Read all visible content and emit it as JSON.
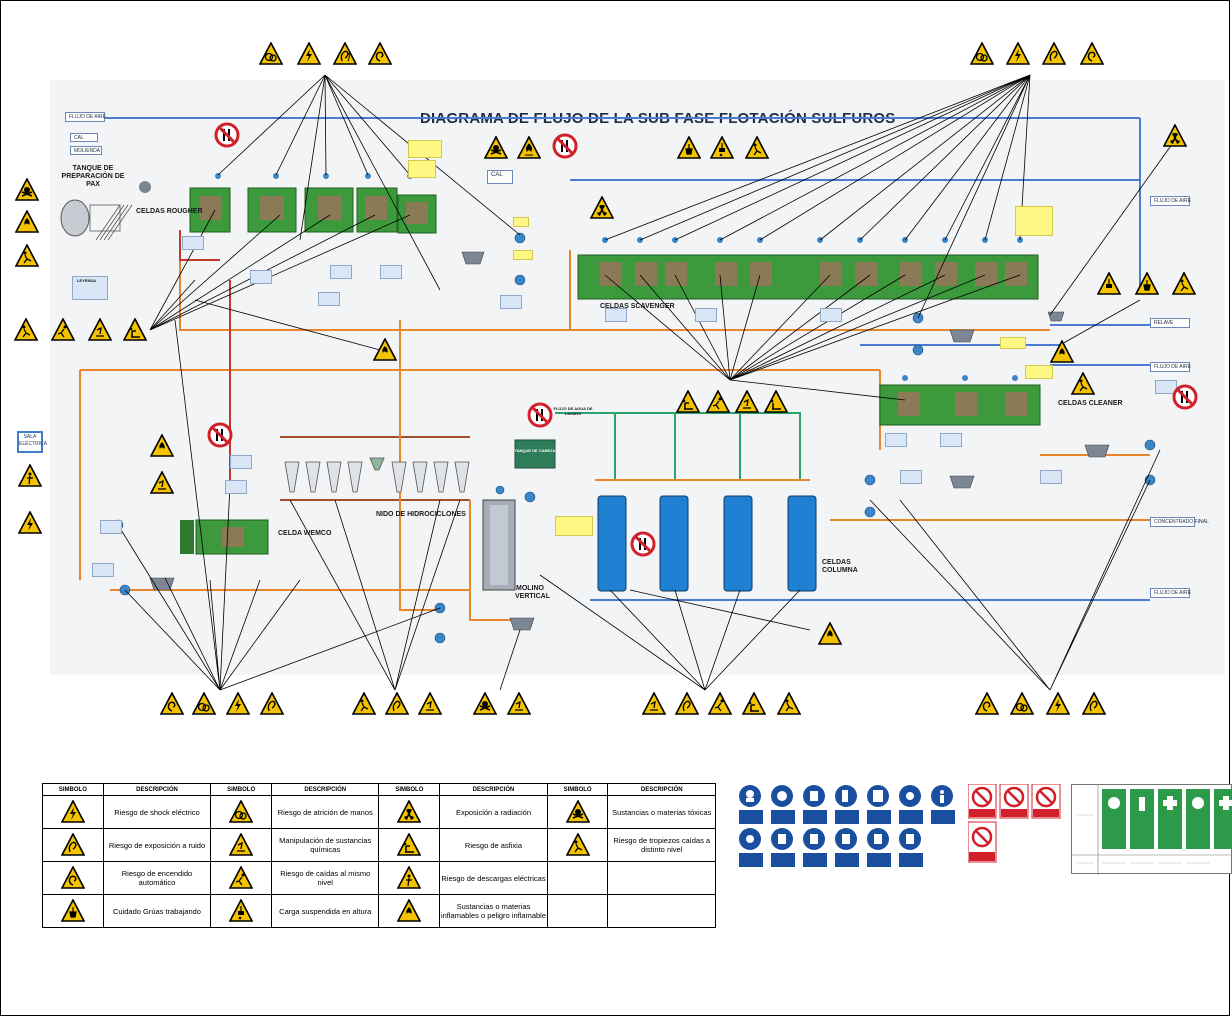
{
  "title": "DIAGRAMA DE FLUJO DE LA SUB FASE FLOTACIÓN SULFUROS",
  "colors": {
    "hazard_yellow": "#f4c300",
    "cell_green": "#3c9a3c",
    "column_blue": "#1f7fd0",
    "pipe_blue": "#4b7bd3",
    "pipe_orange": "#e8862e",
    "pipe_green": "#2aa46a",
    "ppe_blue": "#1a4fa0",
    "prohibition_red": "#d1202a",
    "emergency_green": "#2d9a4a"
  },
  "diagram_labels": {
    "tank_pax": "TANQUE DE PREPARACIÓN DE PAX",
    "celdas_rougher": "CELDAS ROUGHER",
    "celdas_scavenger": "CELDAS SCAVENGER",
    "celdas_cleaner": "CELDAS CLEANER",
    "celda_wemco": "CELDA WEMCO",
    "nido_hidrociclones": "NIDO DE HIDROCICLONES",
    "molino_vertical": "MOLINO VERTICAL",
    "celdas_columna": "CELDAS COLUMNA",
    "tanque_cabeza": "TANQUE DE CABEZA",
    "flujo_agua": "FLUJO DE AGUA DE LAVADO",
    "sala_electrica": "SALA ELÉCTRICA",
    "cal": "CAL",
    "molienda": "MOLIENDA",
    "flujo_aire": "FLUJO DE AIRE",
    "relave": "RELAVE",
    "concentrado_final": "CONCENTRADO FINAL",
    "leyenda": "LEYENDA"
  },
  "legend": {
    "headers": [
      "SIMBOLO",
      "DESCRIPCIÓN",
      "SIMBOLO",
      "DESCRIPCIÓN",
      "SIMBOLO",
      "DESCRIPCIÓN",
      "SIMBOLO",
      "DESCRIPCIÓN"
    ],
    "rows": [
      [
        "electric",
        "Riesgo de shock eléctrico",
        "hand",
        "Riesgo de atrición de manos",
        "radiation",
        "Exposición a radiación",
        "toxic",
        "Sustancias o materias tóxicas"
      ],
      [
        "noise",
        "Riesgo de exposición a ruido",
        "chemical",
        "Manipulación de sustancias químicas",
        "asphyxia",
        "Riesgo de asfixia",
        "trip",
        "Riesgo de tropiezos caídas a distinto nivel"
      ],
      [
        "autostart",
        "Riesgo de encendido automático",
        "slip",
        "Riesgo de caídas al mismo nivel",
        "discharge",
        "Riesgo de descargas eléctricas",
        "",
        ""
      ],
      [
        "crane",
        "Cuidado Grúas trabajando",
        "load",
        "Carga suspendida en altura",
        "flammable",
        "Sustancias o materias inflamables o peligro inflamable",
        "",
        ""
      ]
    ]
  }
}
